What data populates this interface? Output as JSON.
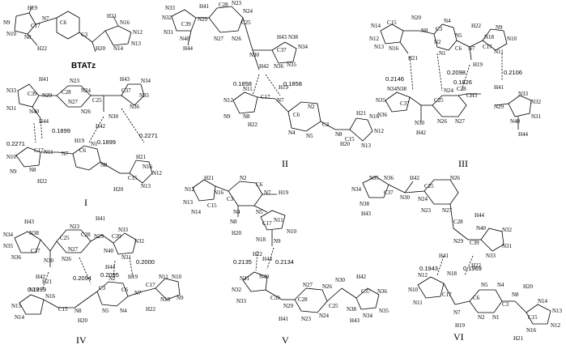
{
  "panels": [
    {
      "id": "BTATz",
      "label": "BTATz",
      "distances": []
    },
    {
      "id": "I",
      "label": "I",
      "distances": [
        "0.1899",
        "0.1899",
        "0.2271",
        "0.2271"
      ]
    },
    {
      "id": "II",
      "label": "II",
      "distances": [
        "0.1858",
        "0.1858"
      ]
    },
    {
      "id": "III",
      "label": "III",
      "distances": [
        "0.2146",
        "0.2098",
        "0.1826",
        "0.2106"
      ]
    },
    {
      "id": "IV",
      "label": "IV",
      "distances": [
        "0.1999",
        "0.2094",
        "0.2095",
        "0.2000"
      ]
    },
    {
      "id": "V",
      "label": "V",
      "distances": [
        "0.2135",
        "0.2134"
      ]
    },
    {
      "id": "VI",
      "label": "VI",
      "distances": [
        "0.1943",
        "0.1969"
      ]
    }
  ],
  "atom_labels": [
    "N",
    "C",
    "H",
    "CH3"
  ],
  "style": {
    "bond_color": "#000000",
    "hbond": "dashed",
    "background": "#ffffff"
  }
}
